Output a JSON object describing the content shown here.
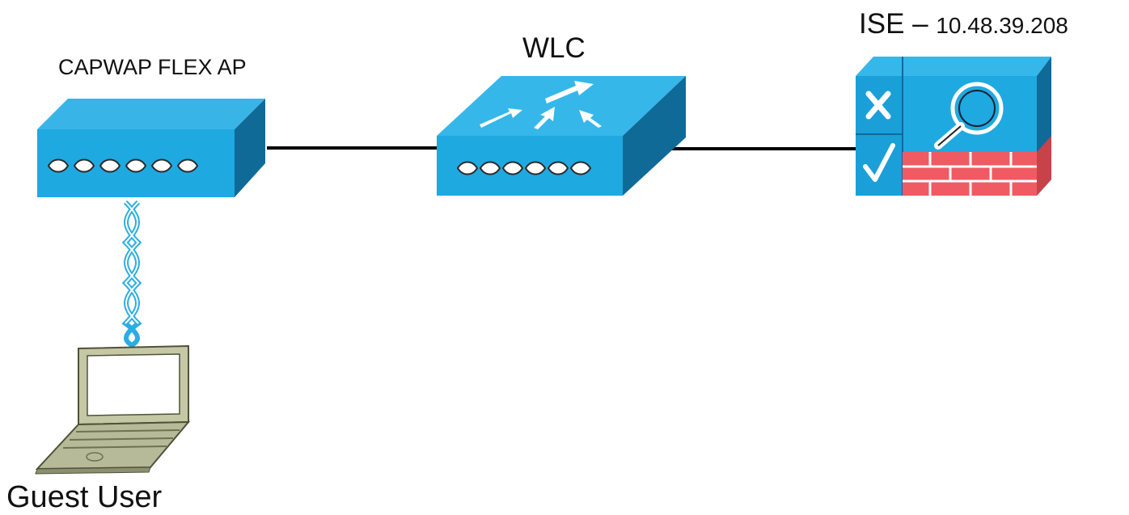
{
  "labels": {
    "ap": "CAPWAP FLEX AP",
    "wlc": "WLC",
    "ise_name": "ISE",
    "ise_dash": " – ",
    "ise_ip": "10.48.39.208",
    "guest": "Guest User"
  },
  "icons": {
    "ap": "access-point-icon",
    "wlc": "wireless-controller-icon",
    "ise": "identity-services-engine-icon",
    "laptop": "laptop-icon"
  },
  "colors": {
    "device_front": "#1fa9e1",
    "device_top": "#35b7ea",
    "device_side": "#0f6a98",
    "firewall_brick": "#f05a63",
    "link": "#000000",
    "laptop_body": "#c4c8a4"
  }
}
